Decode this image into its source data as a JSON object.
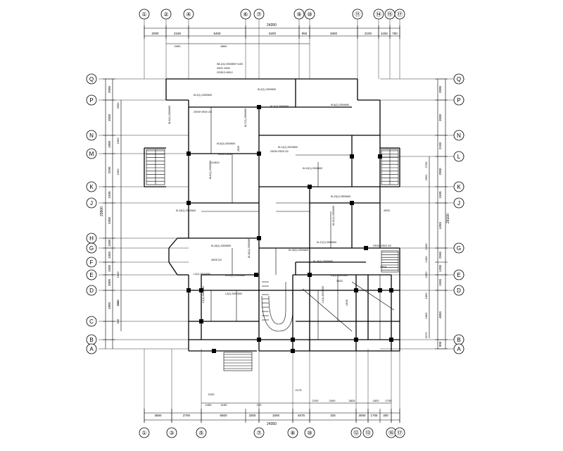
{
  "grid_axes": {
    "top_bubbles": [
      "①",
      "②",
      "④",
      "⑥",
      "⑦",
      "⑨",
      "⑩",
      "⑪",
      "⑭",
      "⑮",
      "⑰"
    ],
    "bottom_bubbles": [
      "①",
      "③",
      "⑤",
      "⑦",
      "⑧",
      "⑩",
      "⑫",
      "⑬",
      "⑯",
      "⑰"
    ],
    "left_bubbles": [
      "Q",
      "P",
      "N",
      "M",
      "K",
      "J",
      "H",
      "G",
      "F",
      "E",
      "D",
      "C",
      "B",
      "A"
    ],
    "right_bubbles": [
      "Q",
      "P",
      "N",
      "L",
      "K",
      "J",
      "G",
      "E",
      "D",
      "B",
      "A"
    ]
  },
  "dimensions": {
    "top_total": "24350",
    "top_segments": [
      "2000",
      "2150",
      "5450",
      "5200",
      "950",
      "4600",
      "2100",
      "1150",
      "750"
    ],
    "top_sub": [
      "2090",
      "6800"
    ],
    "bottom_total": "24350",
    "bottom_segments": [
      "3650",
      "2700",
      "5600",
      "3300",
      "1500",
      "4675",
      "325",
      "3000",
      "1705",
      "300"
    ],
    "bottom_sub": [
      "2100",
      "1450",
      "4150",
      "120",
      "2175",
      "2100",
      "2400",
      "3825",
      "1820",
      "1705"
    ],
    "left_total": "29900",
    "left_segments": [
      "2000",
      "3500",
      "1800",
      "2200",
      "1500",
      "3300",
      "1500",
      "1050",
      "1500",
      "3000",
      "1800"
    ],
    "left_sub": [
      "2800",
      "1650",
      "1650",
      "1600",
      "3000",
      "2150",
      "836"
    ],
    "right_total": "28100",
    "right_segments": [
      "2000",
      "3500",
      "2100",
      "2900",
      "1500",
      "4350",
      "2550",
      "1200",
      "1500",
      "4850",
      "900"
    ],
    "right_sub": [
      "2700",
      "2661",
      "1900",
      "1450",
      "1050",
      "1860",
      "1860",
      "1670"
    ]
  },
  "beam_labels": [
    "WL1(4) 200X800+1100",
    "2Φ22 2Φ20",
    "G2Φ12+8Φ12",
    "KL2(1) 200X500",
    "2Φ25+2Φ20 2/2",
    "KL2(1) 200X600",
    "KL3(2) 200X600",
    "2Φ25+2Φ20 2/2",
    "KL5(3) 200X600",
    "KL6(1) 200X600",
    "KL7(1) 200X600",
    "KL8(1) 200X600",
    "KL9(1) 200X600",
    "KL10(1) 200X600",
    "KL11(1) 200X600",
    "KL12(1) 200X600",
    "KL13(1) 250X600",
    "KL14(1) 200X600",
    "KL15(1) 200X600",
    "KL16(1) 250X600",
    "KL17(1) 200X600",
    "KL18(1) 250X600",
    "KL19(1) 200X600",
    "KL20(1) 200X600",
    "L1(1) 200X500",
    "L2(1) 200X500",
    "L3(1) 200X500",
    "L4(1) 200X500",
    "L5(1) 200X500",
    "4Φ25 2/2",
    "2Φ20 2Φ18",
    "G4Φ12",
    "2529",
    "3Φ22",
    "4Φ25",
    "2Φ25+2Φ22 2/2",
    "2Φ18",
    "4Φ20"
  ]
}
